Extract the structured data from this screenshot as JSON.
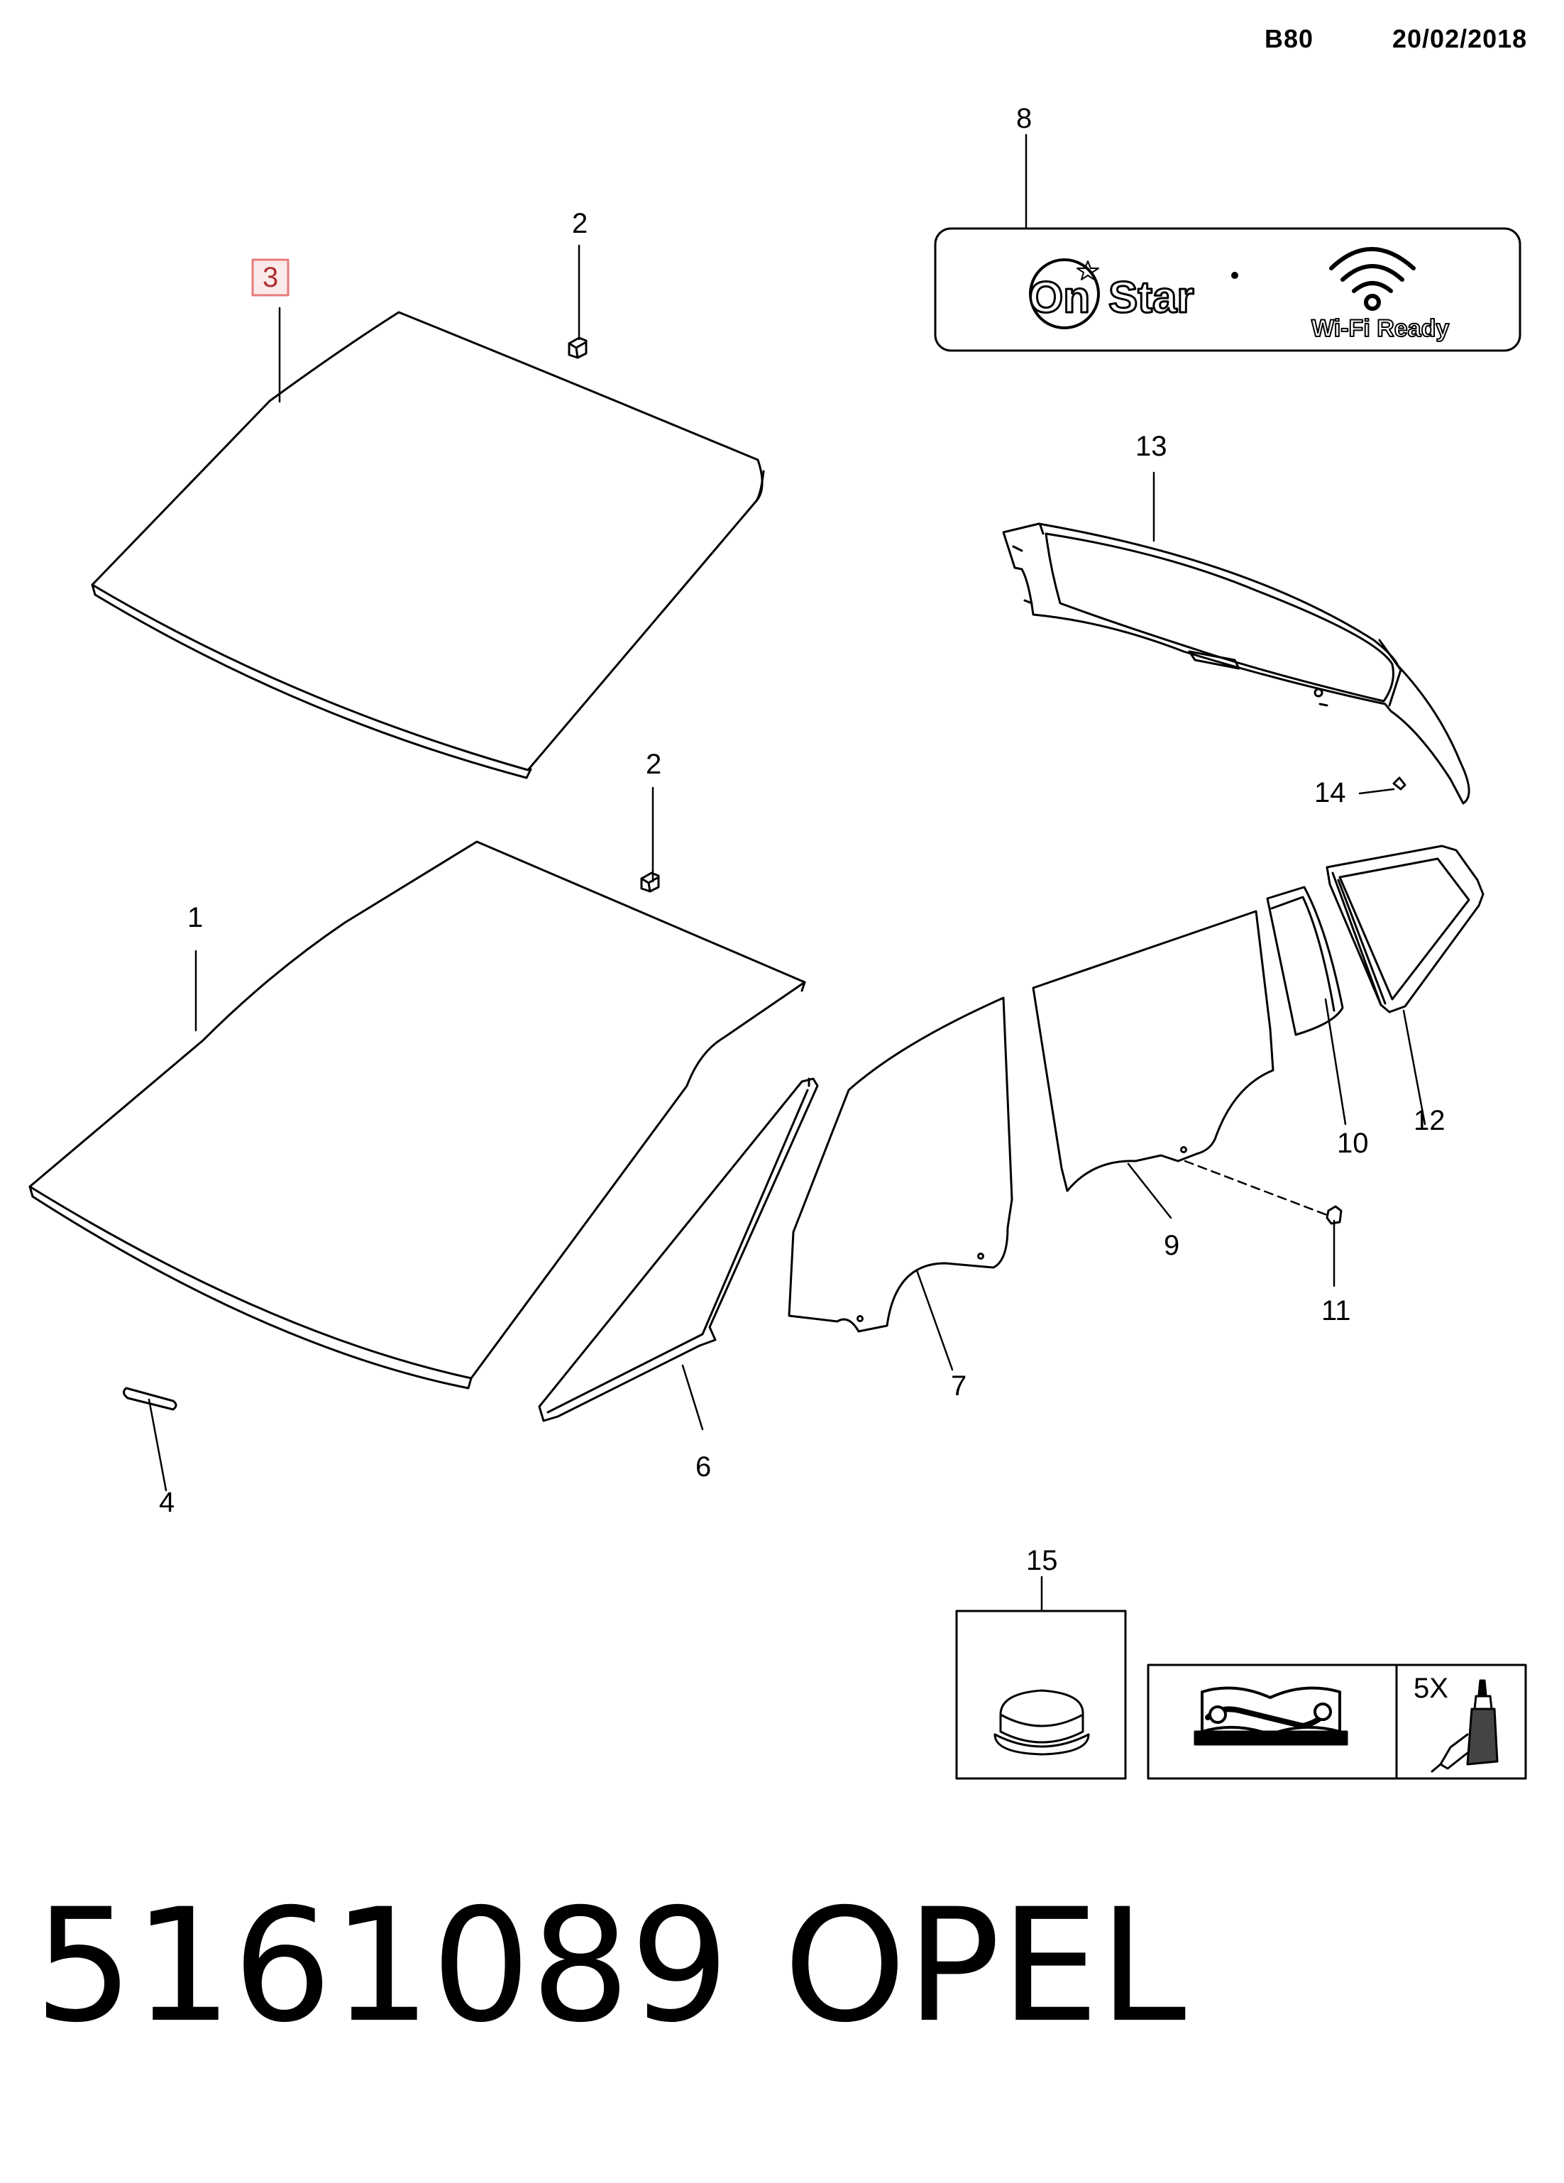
{
  "header": {
    "model_code": "B80",
    "date": "20/02/2018"
  },
  "callouts": {
    "c1": "1",
    "c2a": "2",
    "c2b": "2",
    "c3": "3",
    "c4": "4",
    "c6": "6",
    "c7": "7",
    "c8": "8",
    "c9": "9",
    "c10": "10",
    "c11": "11",
    "c12": "12",
    "c13": "13",
    "c14": "14",
    "c15": "15"
  },
  "highlight_color": "#e87a7a",
  "onstar_label": {
    "logo_text_on": "On",
    "logo_text_star": "Star",
    "wifi_text": "Wi-Fi Ready",
    "icons": [
      "onstar-logo-icon",
      "wifi-icon"
    ]
  },
  "service_box": {
    "quantity": "5X",
    "icons": [
      "manual-wrench-icon",
      "adhesive-bottle-icon"
    ]
  },
  "footer": {
    "part_number": "5161089",
    "brand": "OPEL"
  }
}
